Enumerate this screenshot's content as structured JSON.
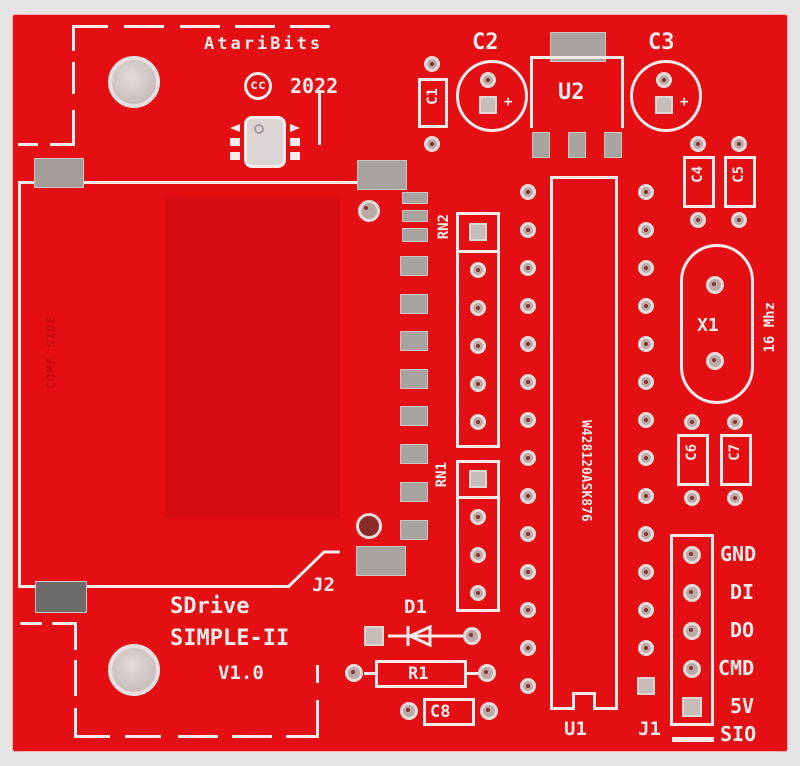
{
  "scene": "Red PCB (printed circuit board) photographed from the top, bare board without components",
  "board": {
    "color": "#e40f12",
    "silkscreen_color": "#f7eaea",
    "pad_color": "#b9a9a7"
  },
  "branding": {
    "maker": "AtariBits",
    "license_mark": "cc",
    "year": "2022",
    "product_line1": "SDrive",
    "product_line2": "SIMPLE-II",
    "version": "V1.0"
  },
  "sd_slot": {
    "ref": "J2",
    "faint_text": "COMP SIDE"
  },
  "components": {
    "c1": "C1",
    "c2": "C2",
    "c3": "C3",
    "c4": "C4",
    "c5": "C5",
    "c6": "C6",
    "c7": "C7",
    "c8": "C8",
    "u1": "U1",
    "u2": "U2",
    "x1": "X1",
    "crystal_freq": "16 Mhz",
    "rn1": "RN1",
    "rn2": "RN2",
    "d1": "D1",
    "r1": "R1",
    "j1": "J1",
    "u1_chip_marking": "W428120ASK876"
  },
  "sio_header": {
    "pins": [
      "GND",
      "DI",
      "DO",
      "CMD",
      "5V"
    ],
    "label": "SIO"
  }
}
